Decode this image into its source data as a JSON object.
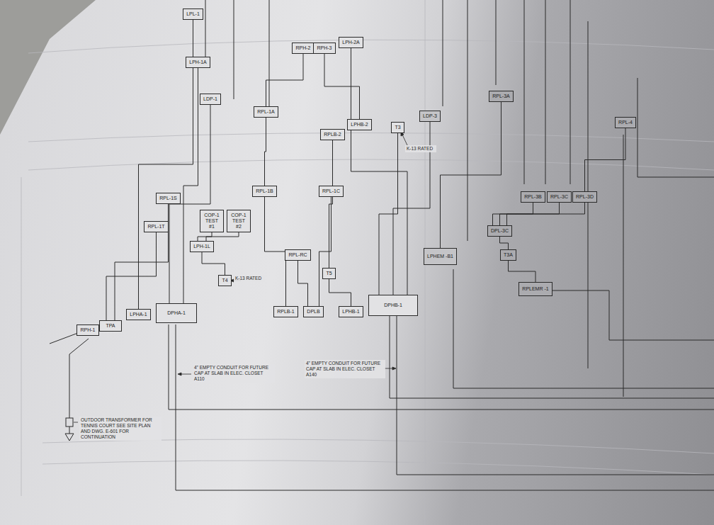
{
  "diagram": {
    "nodes": [
      {
        "text": [
          "DPHA-1"
        ]
      },
      {
        "text": [
          "RPH-1"
        ]
      },
      {
        "text": [
          "TPA"
        ]
      },
      {
        "text": [
          "LPHA-1"
        ]
      },
      {
        "text": [
          "LPH-1L"
        ]
      },
      {
        "text": [
          "T4"
        ]
      },
      {
        "text": [
          "COP-1 TEST #1"
        ]
      },
      {
        "text": [
          "COP-1 TEST #2"
        ]
      },
      {
        "text": [
          "RPL-1T"
        ]
      },
      {
        "text": [
          "RPL-1S"
        ]
      },
      {
        "text": [
          "LPH-1A"
        ]
      },
      {
        "text": [
          "LDP-1"
        ]
      },
      {
        "text": [
          "RPL-1A"
        ]
      },
      {
        "text": [
          "RPL-1B"
        ]
      },
      {
        "text": [
          "RPLB-1"
        ]
      },
      {
        "text": [
          "DPLB"
        ]
      },
      {
        "text": [
          "LPHB-1"
        ]
      },
      {
        "text": [
          "DPHB-1"
        ]
      },
      {
        "text": [
          "T5"
        ]
      },
      {
        "text": [
          "RPL-RC"
        ]
      },
      {
        "text": [
          "RPL-1C"
        ]
      },
      {
        "text": [
          "RPLB-2"
        ]
      },
      {
        "text": [
          "LPHB-2"
        ]
      },
      {
        "text": [
          "T3"
        ]
      },
      {
        "text": [
          "LDP-3"
        ]
      },
      {
        "text": [
          "LPHEM -B1"
        ]
      },
      {
        "text": [
          "DPL-3C"
        ]
      },
      {
        "text": [
          "T3A"
        ]
      },
      {
        "text": [
          "RPLEMR -1"
        ]
      },
      {
        "text": [
          "RPL-3A"
        ]
      },
      {
        "text": [
          "RPL-3B"
        ]
      },
      {
        "text": [
          "RPL-3C"
        ]
      },
      {
        "text": [
          "RPL-3D"
        ]
      },
      {
        "text": [
          "LPH-2A"
        ]
      },
      {
        "text": [
          "RPH-2"
        ]
      },
      {
        "text": [
          "RPH-3"
        ]
      },
      {
        "text": [
          "RPL-4"
        ]
      },
      {
        "text": [
          "LPL-1"
        ]
      }
    ],
    "edges": [
      {
        "from": 0,
        "to": 11,
        "arrow": "none"
      },
      {
        "from": 0,
        "to": 10,
        "arrow": "none"
      },
      {
        "from": 2,
        "to": 8,
        "arrow": "none"
      },
      {
        "from": 2,
        "to": 9,
        "arrow": "none"
      },
      {
        "from": 3,
        "to": 37,
        "arrow": "none"
      },
      {
        "from": 5,
        "to": 4,
        "arrow": "none"
      },
      {
        "from": 4,
        "to": 6,
        "arrow": "none"
      },
      {
        "from": 4,
        "to": 7,
        "arrow": "none"
      },
      {
        "from": 14,
        "to": 13,
        "arrow": "none"
      },
      {
        "from": 15,
        "to": 19,
        "arrow": "none"
      },
      {
        "from": 15,
        "to": 20,
        "arrow": "none"
      },
      {
        "from": 16,
        "to": 18,
        "arrow": "none"
      },
      {
        "from": 18,
        "to": 21,
        "arrow": "none"
      },
      {
        "from": 17,
        "to": 23,
        "arrow": "none"
      },
      {
        "from": 17,
        "to": 24,
        "arrow": "none"
      },
      {
        "from": 17,
        "to": 33,
        "arrow": "none"
      },
      {
        "from": 13,
        "to": 12,
        "arrow": "none"
      },
      {
        "from": 25,
        "to": 29,
        "arrow": "none"
      },
      {
        "from": 26,
        "to": 27,
        "arrow": "none"
      },
      {
        "from": 27,
        "to": 28,
        "arrow": "none"
      },
      {
        "from": 26,
        "to": 30,
        "arrow": "none"
      },
      {
        "from": 26,
        "to": 31,
        "arrow": "none"
      },
      {
        "from": 26,
        "to": 32,
        "arrow": "none"
      },
      {
        "from": 12,
        "to": 34,
        "arrow": "none"
      },
      {
        "from": 22,
        "to": 35,
        "arrow": "none"
      },
      {
        "from": 32,
        "to": 36,
        "arrow": "none"
      }
    ],
    "labels": [
      "K-13 RATED",
      "K-13 RATED",
      "4\" EMPTY CONDUIT FOR FUTURE CAP AT SLAB IN ELEC. CLOSET A110",
      "4\" EMPTY CONDUIT FOR FUTURE CAP AT SLAB IN ELEC. CLOSET A140",
      "OUTDOOR TRANSFORMER FOR TENNIS COURT SEE SITE PLAN AND DWG. E-601 FOR CONTINUATION"
    ]
  }
}
